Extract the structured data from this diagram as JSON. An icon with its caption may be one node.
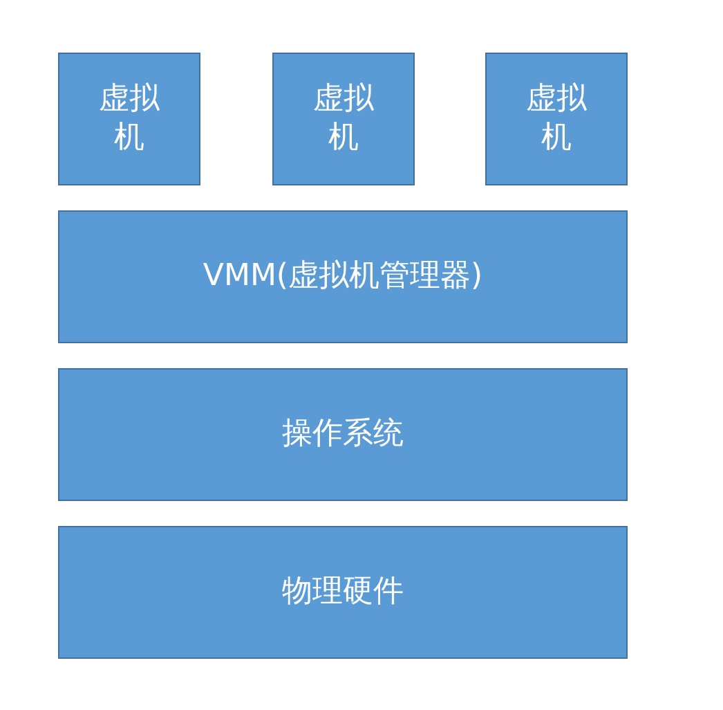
{
  "diagram": {
    "nodes": [
      {
        "text": [
          "虚拟机"
        ]
      },
      {
        "text": [
          "虚拟机"
        ]
      },
      {
        "text": [
          "虚拟机"
        ]
      },
      {
        "text": [
          "VMM(虚拟机管理器)"
        ]
      },
      {
        "text": [
          "操作系统"
        ]
      },
      {
        "text": [
          "物理硬件"
        ]
      }
    ]
  }
}
